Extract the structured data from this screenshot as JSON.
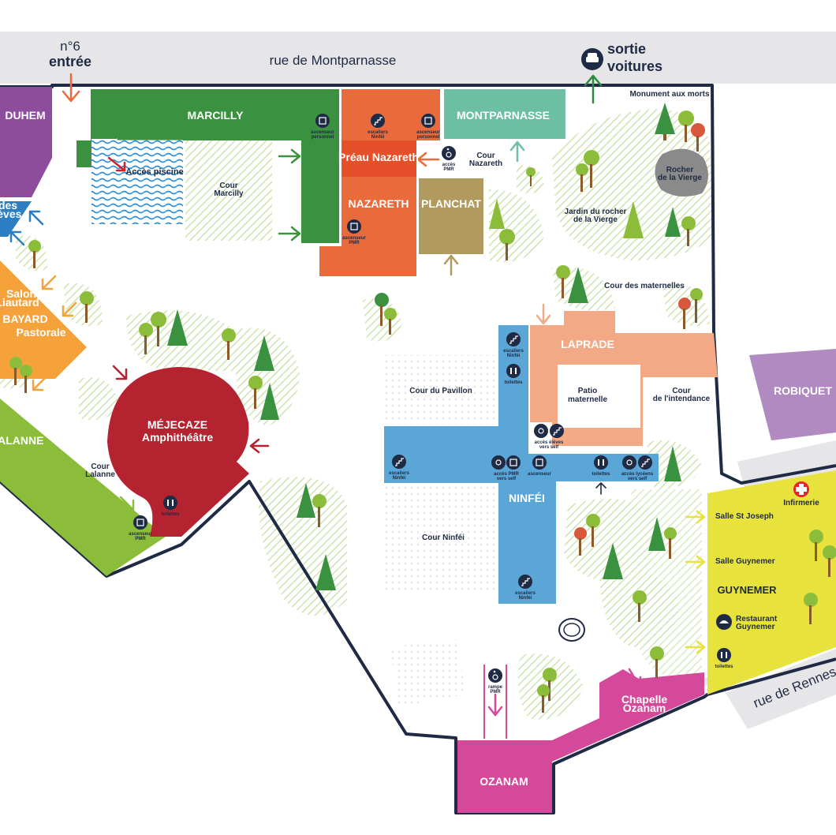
{
  "streets": {
    "montparnasse": "rue de Montparnasse",
    "rennes": "rue de Rennes"
  },
  "entrance": {
    "number": "n°6",
    "label": "entrée"
  },
  "car_exit": {
    "line1": "sortie",
    "line2": "voitures"
  },
  "buildings": {
    "duhem": "DUHEM",
    "marcilly": "MARCILLY",
    "montparnasse": "MONTPARNASSE",
    "preau_nazareth": "Préau Nazareth",
    "nazareth": "NAZARETH",
    "planchat": "PLANCHAT",
    "bayard": "BAYARD",
    "salon_liautard": [
      "Salon",
      "Liautard"
    ],
    "pastorale": "Pastorale",
    "des_eleves": [
      "des",
      "élèves"
    ],
    "mejecaze": "MÉJECAZE",
    "amphitheatre": "Amphithéâtre",
    "lalanne": "LALANNE",
    "laprade": "LAPRADE",
    "patio_maternelle": [
      "Patio",
      "maternelle"
    ],
    "ninfei": "NINFÉI",
    "robiquet": "ROBIQUET",
    "guynemer": "GUYNEMER",
    "salle_st_joseph": "Salle St Joseph",
    "salle_guynemer": "Salle Guynemer",
    "restaurant_guynemer": [
      "Restaurant",
      "Guynemer"
    ],
    "infirmerie": "Infirmerie",
    "chapelle_ozanam": [
      "Chapelle",
      "Ozanam"
    ],
    "ozanam": "OZANAM"
  },
  "courtyards": {
    "marcilly": [
      "Cour",
      "Marcilly"
    ],
    "nazareth": [
      "Cour",
      "Nazareth"
    ],
    "lalanne": [
      "Cour",
      "Lalanne"
    ],
    "pavillon": "Cour du Pavillon",
    "ninfei": "Cour Ninféi",
    "intendance": [
      "Cour",
      "de l'intendance"
    ],
    "maternelles": "Cour des maternelles",
    "jardin_rocher": [
      "Jardin du rocher",
      "de la Vierge"
    ],
    "rocher_vierge": [
      "Rocher",
      "de la Vierge"
    ],
    "monument": "Monument aux morts"
  },
  "access_piscine": "Accès piscine",
  "facilities": {
    "ascenseur_personnel": [
      "ascenseur",
      "personnel"
    ],
    "escaliers_ninfei": [
      "escaliers",
      "Ninféi"
    ],
    "acces_pmr": [
      "accès",
      "PMR"
    ],
    "ascenseur_pmr": [
      "ascenseur",
      "PMR"
    ],
    "toilettes": "toilettes",
    "ascenseur": "ascenseur",
    "acces_eleves_self": [
      "accès élèves",
      "vers self"
    ],
    "acces_pmr_self": [
      "accès PMR",
      "vers self"
    ],
    "acces_lyceens_self": [
      "accès lycéens",
      "vers self"
    ],
    "rampe_pmr": [
      "rampe",
      "PMR"
    ]
  },
  "colors": {
    "wall": "#1f2a44",
    "street": "#e6e6e8",
    "marcilly": "#3a9140",
    "nazareth": "#e96a3a",
    "montparnasse": "#6dbfa4",
    "planchat": "#b09a60",
    "duhem": "#8e4d9c",
    "bayard": "#f5a23a",
    "lalanne": "#8cbd3a",
    "mejecaze": "#b52230",
    "laprade": "#f3a886",
    "ninfei": "#5aa6d6",
    "robiquet": "#b08ac0",
    "guynemer": "#e8e23c",
    "ozanam": "#d5499a",
    "vegetation": "#cfe3b0",
    "water": "#2b8fd1",
    "infirmerie": "#e5262b"
  }
}
